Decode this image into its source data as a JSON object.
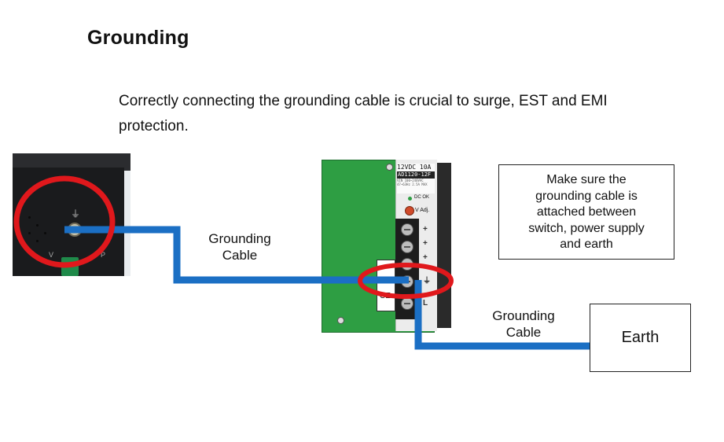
{
  "title": "Grounding",
  "intro": "Correctly connecting the grounding cable is crucial to surge, EST and EMI protection.",
  "labels": {
    "cable_switch": [
      "Grounding",
      "Cable"
    ],
    "cable_earth": [
      "Grounding",
      "Cable"
    ]
  },
  "note": [
    "Make sure the",
    "grounding cable is",
    "attached between",
    "switch, power supply",
    "and earth"
  ],
  "earth": "Earth",
  "power_supply": {
    "model_line": "12VDC 10A",
    "model_code": "AD1120-12F",
    "spec_1": "VIN 100~240VAC",
    "spec_2": "47~63Hz 2.5A MAX",
    "dc_ok": "DC OK",
    "v_adj": "V Adj.",
    "terminal_marks": [
      "+",
      "+",
      "+",
      "⏚",
      "L"
    ],
    "ce_mark": "CE"
  },
  "switch_marks": {
    "ground_symbol": "⏚",
    "v_mark": "V",
    "p_mark": "P"
  },
  "colors": {
    "wire": "#1b6fc4",
    "highlight_ring": "#e0181c",
    "psu_green": "#2e9e43"
  }
}
